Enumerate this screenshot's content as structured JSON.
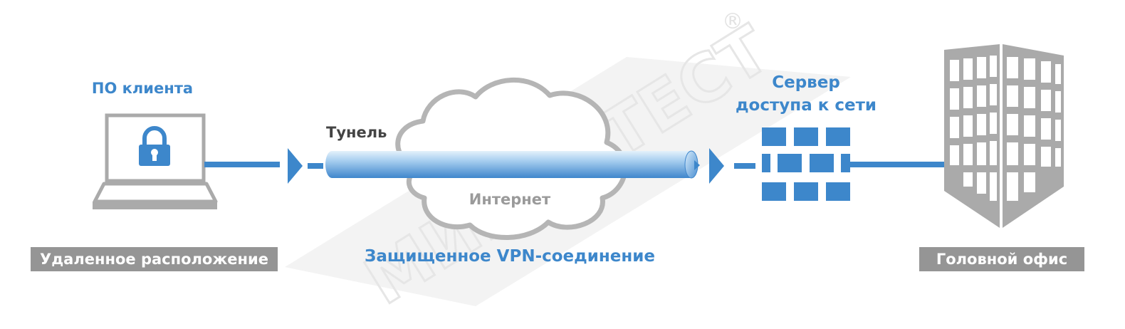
{
  "labels": {
    "client_software": "ПО клиента",
    "access_server": [
      "Сервер",
      "доступа к сети"
    ],
    "tunnel": "Тунель",
    "internet": "Интернет",
    "vpn_connection": "Защищенное VPN-соединение",
    "remote_location": "Удаленное расположение",
    "head_office": "Головной офис"
  },
  "watermark": {
    "text": "МИКРОТЕСТ",
    "mark": "®"
  },
  "colors": {
    "accent_blue": "#3d87cb",
    "device_grey": "#aaaaaa",
    "badge_grey": "#959595",
    "tunnel_light": "#cfe6f8",
    "tunnel_dark": "#3f8bd0"
  },
  "icons": {
    "client": "laptop-with-padlock-icon",
    "server": "firewall-brick-wall-icon",
    "office": "office-building-icon",
    "network": "cloud-icon"
  }
}
